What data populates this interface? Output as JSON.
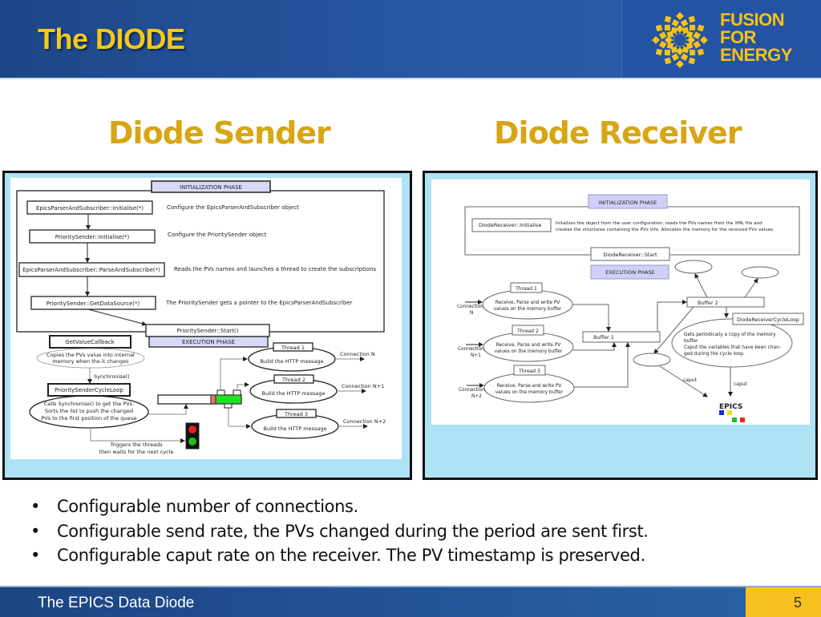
{
  "header": {
    "title": "The DIODE",
    "logo_text": [
      "FUSION",
      "FOR",
      "ENERGY"
    ]
  },
  "colors": {
    "title": "#f6c71c",
    "heading": "#d8a514",
    "header_bg": "#2453a3",
    "panel_bg": "#aee3f6",
    "phase_fill": "#d9d9f7",
    "page_box": "#f8c21e"
  },
  "sender": {
    "heading": "Diode Sender",
    "init_phase": "INITIALIZATION PHASE",
    "steps": [
      {
        "box": "EpicsParserAndSubscriber::Initialise(*)",
        "desc": "Configure the EpicsParserAndSubscriber object"
      },
      {
        "box": "PrioritySender::Initialise(*)",
        "desc": "Configure the PrioritySender object"
      },
      {
        "box": "EpicsParserAndSubscriber::ParseAndSubscribe(*)",
        "desc": "Reads the PVs names and launches a thread to create the subscriptions"
      },
      {
        "box": "PrioritySender::GetDataSource(*)",
        "desc": "The PrioritySender gets a pointer to the EpicsParserAndSubscriber"
      }
    ],
    "start": "PrioritySender::Start()",
    "exec_phase": "EXECUTION PHASE",
    "callback": "GetValueCallback",
    "callback_desc": [
      "Copies the PVs value into internal",
      "memory when the it changes"
    ],
    "sync": "Synchronise()",
    "cycle_loop": "PrioritySenderCycleLoop",
    "cycle_desc": [
      "Calls Synchronise() to get the PVs.",
      "Sorts the list to push the changed",
      "PVs to the first position of the queue"
    ],
    "threads": [
      {
        "name": "Thread 1",
        "task": "Build the HTTP message",
        "conn": "Connection N"
      },
      {
        "name": "Thread 2",
        "task": "Build the HTTP message",
        "conn": "Connection N+1"
      },
      {
        "name": "Thread 3",
        "task": "Build the HTTP message",
        "conn": "Connection N+2"
      }
    ],
    "triggers": [
      "Triggers the threads",
      "then waits for the next cycle"
    ]
  },
  "receiver": {
    "heading": "Diode Receiver",
    "init_phase": "INITIALIZATION PHASE",
    "init_box": "DiodeReceiver::Initialise",
    "init_desc": [
      "Initalises the object from the user configuration, reads the PVs names from the XML file and",
      "creates the structures containing the PVs info. Allocates the memory for the received PVs values."
    ],
    "start": "DiodeReceiver::Start",
    "exec_phase": "EXECUTION PHASE",
    "threads": [
      {
        "name": "Thread 1",
        "task": [
          "Receive, Parse and write PV",
          "values on the memory buffer"
        ],
        "conn": [
          "Connection",
          "N"
        ]
      },
      {
        "name": "Thread 2",
        "task": [
          "Receive, Parse and write PV",
          "values on the memory buffer"
        ],
        "conn": [
          "Connection",
          "N+1"
        ]
      },
      {
        "name": "Thread 3",
        "task": [
          "Receive, Parse and write PV",
          "values on the memory buffer"
        ],
        "conn": [
          "Connection",
          "N+2"
        ]
      }
    ],
    "buffer1": "Buffer 1",
    "buffer2": "Buffer 2",
    "cycle_loop": "DiodeReceiverCycleLoop",
    "cycle_desc": [
      "Gets periodically a copy of the memory",
      "buffer.",
      "Caput the variables that have been chan-",
      "ged during the cycle loop."
    ],
    "caput": "caput",
    "epics": "EPICS"
  },
  "bullets": [
    "Configurable number of connections.",
    "Configurable send rate, the PVs changed during the period are sent first.",
    "Configurable caput rate on the receiver. The PV timestamp is preserved."
  ],
  "footer": {
    "title": "The EPICS Data Diode",
    "page": "5"
  }
}
